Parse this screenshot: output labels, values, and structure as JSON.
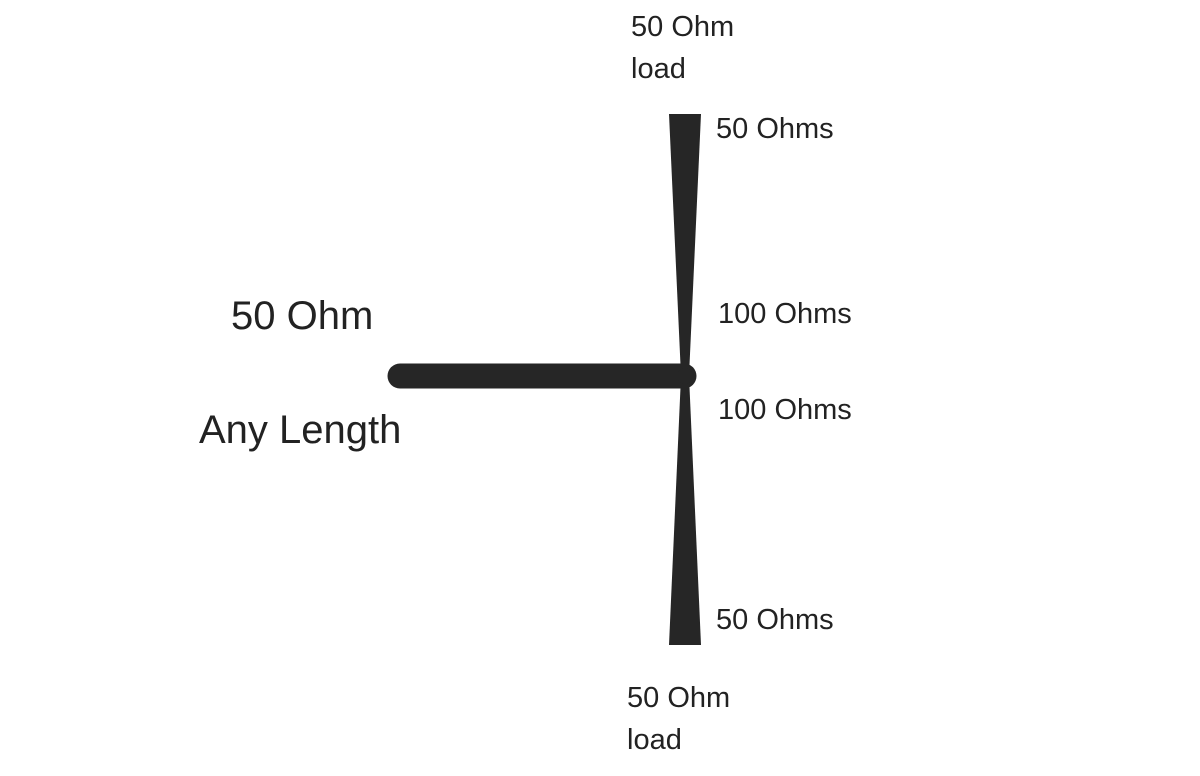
{
  "diagram": {
    "labels": {
      "top_load": "50 Ohm\nload",
      "top_end": "50 Ohms",
      "upper_mid": "100 Ohms",
      "lower_mid": "100 Ohms",
      "bottom_end": "50 Ohms",
      "bottom_load": "50 Ohm\nload",
      "feed_impedance": "50 Ohm",
      "feed_length": "Any Length"
    },
    "colors": {
      "line": "#262626",
      "text": "#222222",
      "background": "#ffffff"
    }
  }
}
